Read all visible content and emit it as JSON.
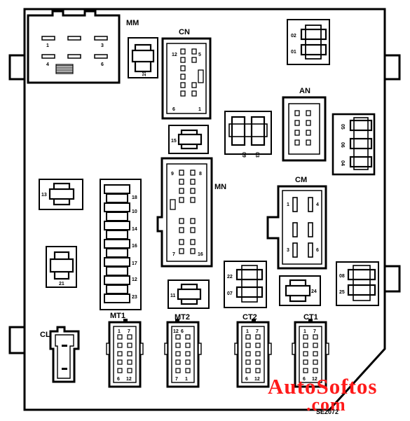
{
  "connectors": {
    "MM": {
      "label": "MM",
      "pins": [
        "1",
        "3",
        "4",
        "6"
      ]
    },
    "CN": {
      "label": "CN",
      "pins": [
        "12",
        "6",
        "5",
        "1"
      ]
    },
    "AN": {
      "label": "AN"
    },
    "MN": {
      "label": "MN",
      "pins": [
        "9",
        "8",
        "7",
        "16"
      ]
    },
    "CM": {
      "label": "CM",
      "pins": [
        "1",
        "4",
        "3",
        "6"
      ]
    },
    "CL": {
      "label": "CL"
    },
    "MT1": {
      "label": "MT1",
      "pins": [
        "1",
        "7",
        "6",
        "12"
      ]
    },
    "MT2": {
      "label": "MT2",
      "pins": [
        "12",
        "6",
        "7",
        "1"
      ]
    },
    "CT2": {
      "label": "CT2",
      "pins": [
        "1",
        "7",
        "6",
        "12"
      ]
    },
    "CT1": {
      "label": "CT1",
      "pins": [
        "1",
        "7",
        "6",
        "12"
      ]
    }
  },
  "relays": {
    "r02": "02",
    "r01": "01",
    "r19": "19",
    "r15": "15",
    "r09": "09",
    "r03": "03",
    "r05": "05",
    "r06": "06",
    "r04": "04",
    "r13": "13",
    "r21": "21",
    "r11": "11",
    "r22": "22",
    "r07": "07",
    "r24": "24",
    "r08": "08",
    "r25": "25"
  },
  "fuse_labels": [
    "18",
    "10",
    "14",
    "16",
    "17",
    "12",
    "23"
  ],
  "watermark": {
    "line1": "AutoSoftos",
    "line2": ".com"
  },
  "drawing_id": "SE2072"
}
